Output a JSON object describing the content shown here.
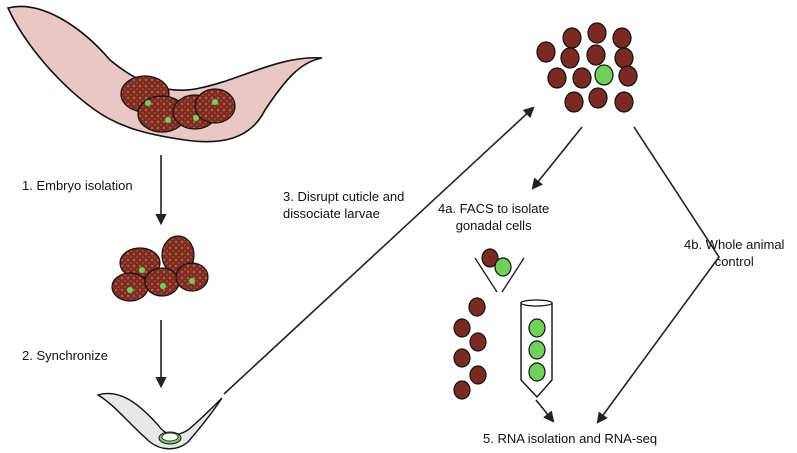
{
  "steps": {
    "embryo_isolation": "1. Embryo isolation",
    "synchronize": "2. Synchronize",
    "disrupt_line1": "3. Disrupt cuticle and",
    "disrupt_line2": "dissociate larvae",
    "facs_line1": "4a. FACS to isolate",
    "facs_line2": "gonadal cells",
    "whole_line1": "4b. Whole animal",
    "whole_line2": "control",
    "rna": "5. RNA isolation and RNA-seq"
  },
  "colors": {
    "worm_body": "#e9c7c3",
    "embryo": "#7a2e22",
    "embryo_dot": "#c0584a",
    "cell_red": "#7a2a22",
    "cell_green": "#6fd15a",
    "larva": "#e8e8e8",
    "outline": "#111111"
  }
}
